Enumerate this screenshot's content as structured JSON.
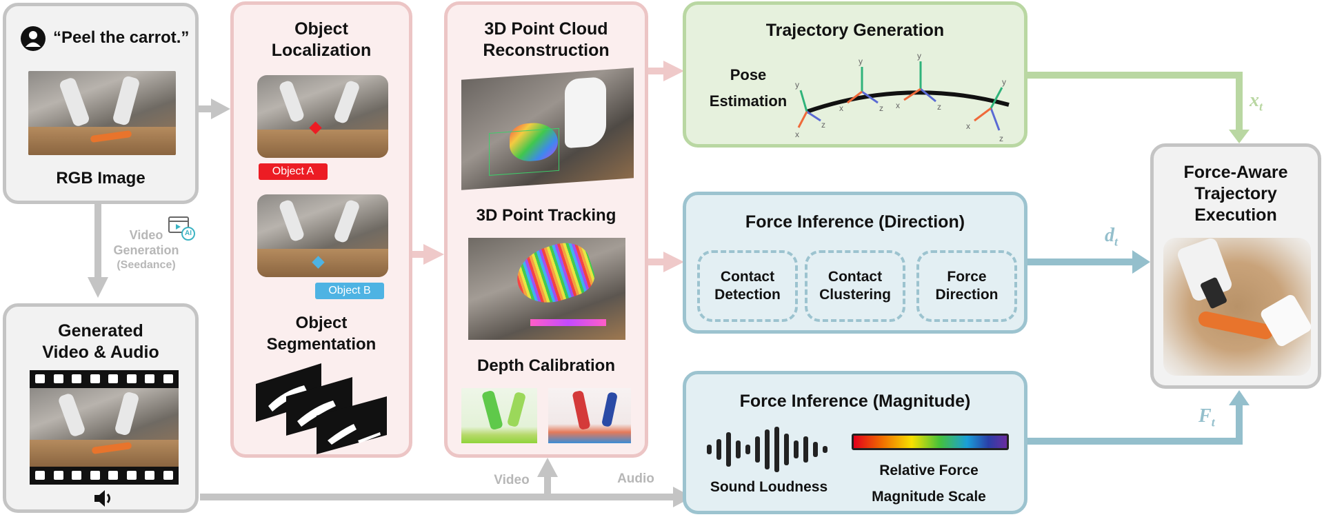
{
  "input": {
    "instruction": "“Peel the carrot.”",
    "image_label": "RGB Image"
  },
  "video_generation": {
    "line1": "Video",
    "line2": "Generation",
    "line3": "(Seedance)",
    "ai_badge": "AI"
  },
  "generated": {
    "title_line1": "Generated",
    "title_line2": "Video & Audio"
  },
  "localization": {
    "title_line1": "Object",
    "title_line2": "Localization",
    "tag_a": "Object A",
    "tag_b": "Object B",
    "seg_line1": "Object",
    "seg_line2": "Segmentation"
  },
  "reconstruction": {
    "title_line1": "3D Point Cloud",
    "title_line2": "Reconstruction",
    "tracking": "3D Point Tracking",
    "depth": "Depth Calibration"
  },
  "trajectory": {
    "title": "Trajectory Generation",
    "pose_line1": "Pose",
    "pose_line2": "Estimation",
    "axis_x": "x",
    "axis_y": "y",
    "axis_z": "z"
  },
  "direction": {
    "title": "Force Inference (Direction)",
    "contact_detection_1": "Contact",
    "contact_detection_2": "Detection",
    "contact_clustering_1": "Contact",
    "contact_clustering_2": "Clustering",
    "force_direction_1": "Force",
    "force_direction_2": "Direction"
  },
  "magnitude": {
    "title": "Force Inference (Magnitude)",
    "sound": "Sound Loudness",
    "scale_line1": "Relative Force",
    "scale_line2": "Magnitude Scale"
  },
  "execution": {
    "title_line1": "Force-Aware",
    "title_line2": "Trajectory",
    "title_line3": "Execution"
  },
  "signals": {
    "x_main": "x",
    "x_sub": "t",
    "d_main": "d",
    "d_sub": "t",
    "f_main": "F",
    "f_sub": "t",
    "video": "Video",
    "audio": "Audio"
  },
  "colors": {
    "gray_arrow": "#c4c4c4",
    "pink_arrow": "#efc9c9",
    "green_arrow": "#b9d7a2",
    "blue_arrow": "#94bfcc",
    "tag_a": "#ec1c24",
    "tag_b": "#4eb3e3"
  }
}
